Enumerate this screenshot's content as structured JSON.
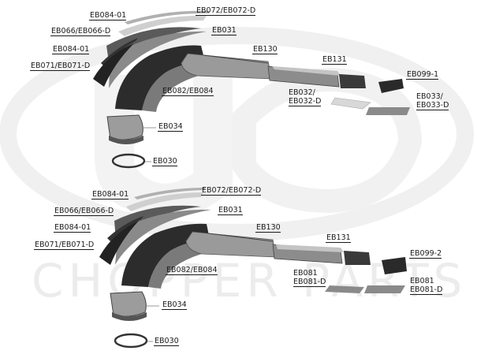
{
  "watermark": {
    "text": "CHOPPER PARTS"
  },
  "upper_assembly": {
    "labels": {
      "eb084_01_top": "EB084-01",
      "eb072": "EB072/EB072-D",
      "eb066": "EB066/EB066-D",
      "eb031": "EB031",
      "eb084_01_mid": "EB084-01",
      "eb130": "EB130",
      "eb131": "EB131",
      "eb071": "EB071/EB071-D",
      "eb099": "EB099-1",
      "eb082": "EB082/EB084",
      "eb032_a": "EB032/",
      "eb032_b": "EB032-D",
      "eb033_a": "EB033/",
      "eb033_b": "EB033-D",
      "eb034": "EB034",
      "eb030": "EB030"
    }
  },
  "lower_assembly": {
    "labels": {
      "eb084_01_top": "EB084-01",
      "eb072": "EB072/EB072-D",
      "eb066": "EB066/EB066-D",
      "eb031": "EB031",
      "eb084_01_mid": "EB084-01",
      "eb130": "EB130",
      "eb131": "EB131",
      "eb071": "EB071/EB071-D",
      "eb099": "EB099-2",
      "eb082": "EB082/EB084",
      "eb081_left_a": "EB081",
      "eb081_left_b": "EB081-D",
      "eb081_right_a": "EB081",
      "eb081_right_b": "EB081-D",
      "eb034": "EB034",
      "eb030": "EB030"
    }
  }
}
